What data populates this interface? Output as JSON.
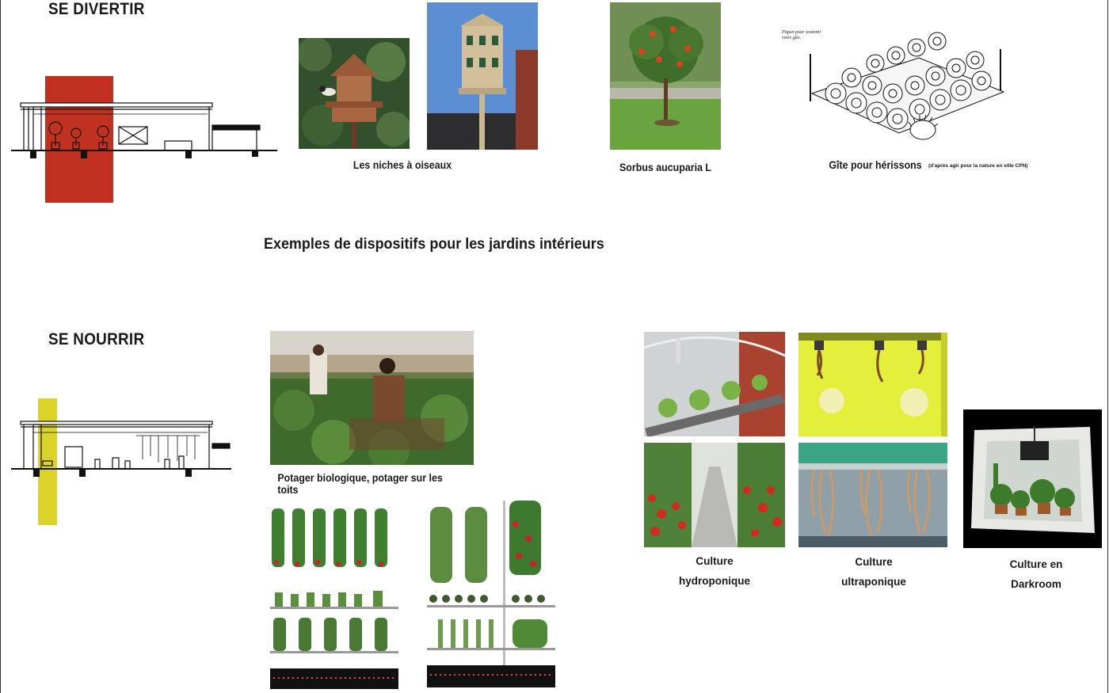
{
  "sections": {
    "divertir": {
      "title": "SE DIVERTIR",
      "highlight_color": "#c0321f"
    },
    "nourrir": {
      "title": "SE NOURRIR",
      "highlight_color": "#dcd32a"
    }
  },
  "center_title": "Exemples de dispositifs pour les jardins intérieurs",
  "captions": {
    "birds": "Les niches à oiseaux",
    "sorbus": "Sorbus aucuparia L",
    "gite": "Gîte pour hérissons",
    "gite_note": "(d'après agir pour la nature en ville CPN)",
    "gite_sketch_note": "Piquet pour soutenir votre gîte.",
    "potager": "Potager biologique, potager sur les toits",
    "hydro_1": "Culture",
    "hydro_2": "hydroponique",
    "ultra_1": "Culture",
    "ultra_2": "ultraponique",
    "dark_1": "Culture en",
    "dark_2": "Darkroom"
  }
}
